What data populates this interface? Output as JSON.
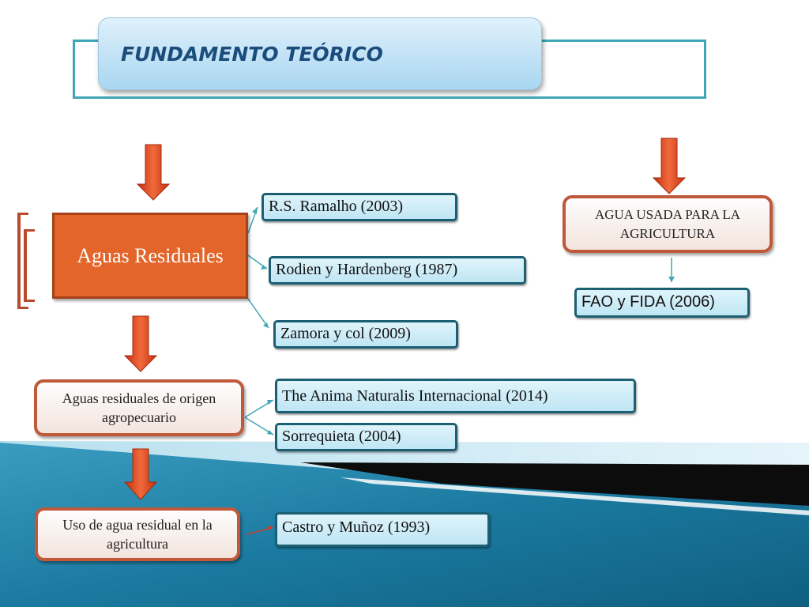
{
  "title": "FUNDAMENTO TEÓRICO",
  "main_node": "Aguas Residuales",
  "sub_nodes": {
    "agropecuario": "Aguas residuales de origen agropecuario",
    "agricultura_uso": "Uso de agua residual en la agricultura",
    "agua_agricultura": "AGUA  USADA PARA LA AGRICULTURA"
  },
  "references": {
    "ramalho": "R.S. Ramalho (2003)",
    "rodien": "Rodien y Hardenberg (1987)",
    "zamora": "Zamora y col (2009)",
    "anima": "The Anima Naturalis Internacional (2014)",
    "sorrequieta": "Sorrequieta (2004)",
    "castro": "Castro y Muñoz (1993)",
    "fao": "FAO y FIDA (2006)"
  },
  "colors": {
    "arrow": "#e0401a",
    "main_fill": "#e3652a",
    "ref_border": "#1d5f72",
    "connector": "#3fa6b5",
    "teal_band": "#1b6f8f"
  }
}
